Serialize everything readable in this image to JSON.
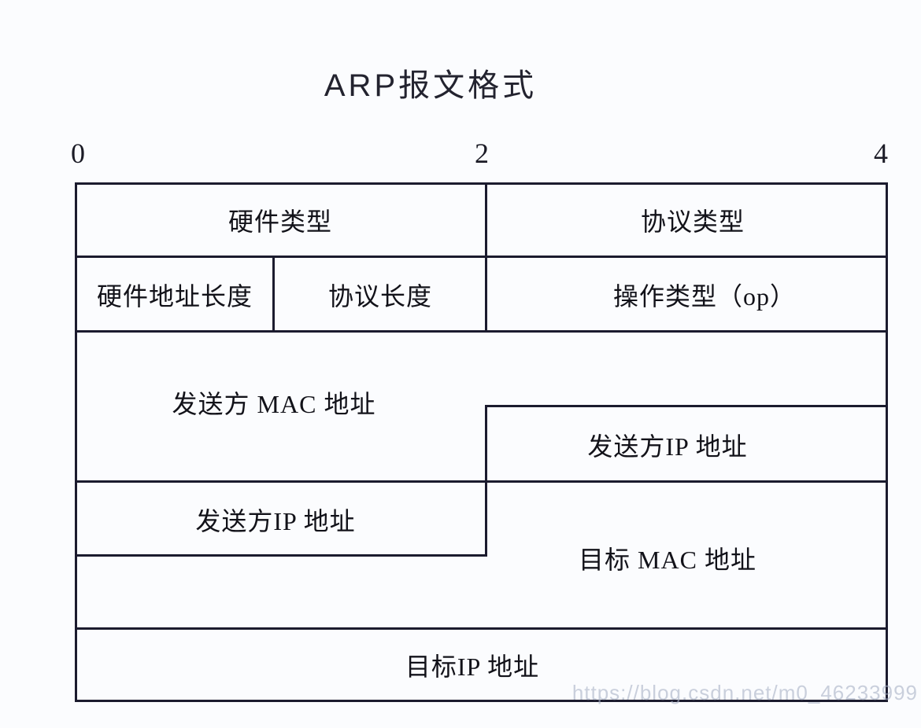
{
  "title": "ARP报文格式",
  "axis": {
    "ticks": {
      "t0": "0",
      "t2": "2",
      "t4": "4"
    }
  },
  "fields": {
    "hardware_type": "硬件类型",
    "protocol_type": "协议类型",
    "hardware_addr_len": "硬件地址长度",
    "protocol_len": "协议长度",
    "op_type": "操作类型（op）",
    "sender_mac": "发送方 MAC 地址",
    "sender_ip_right": "发送方IP 地址",
    "sender_ip_left": "发送方IP 地址",
    "target_mac": "目标 MAC 地址",
    "target_ip": "目标IP 地址"
  },
  "watermark": "https://blog.csdn.net/m0_46233999"
}
